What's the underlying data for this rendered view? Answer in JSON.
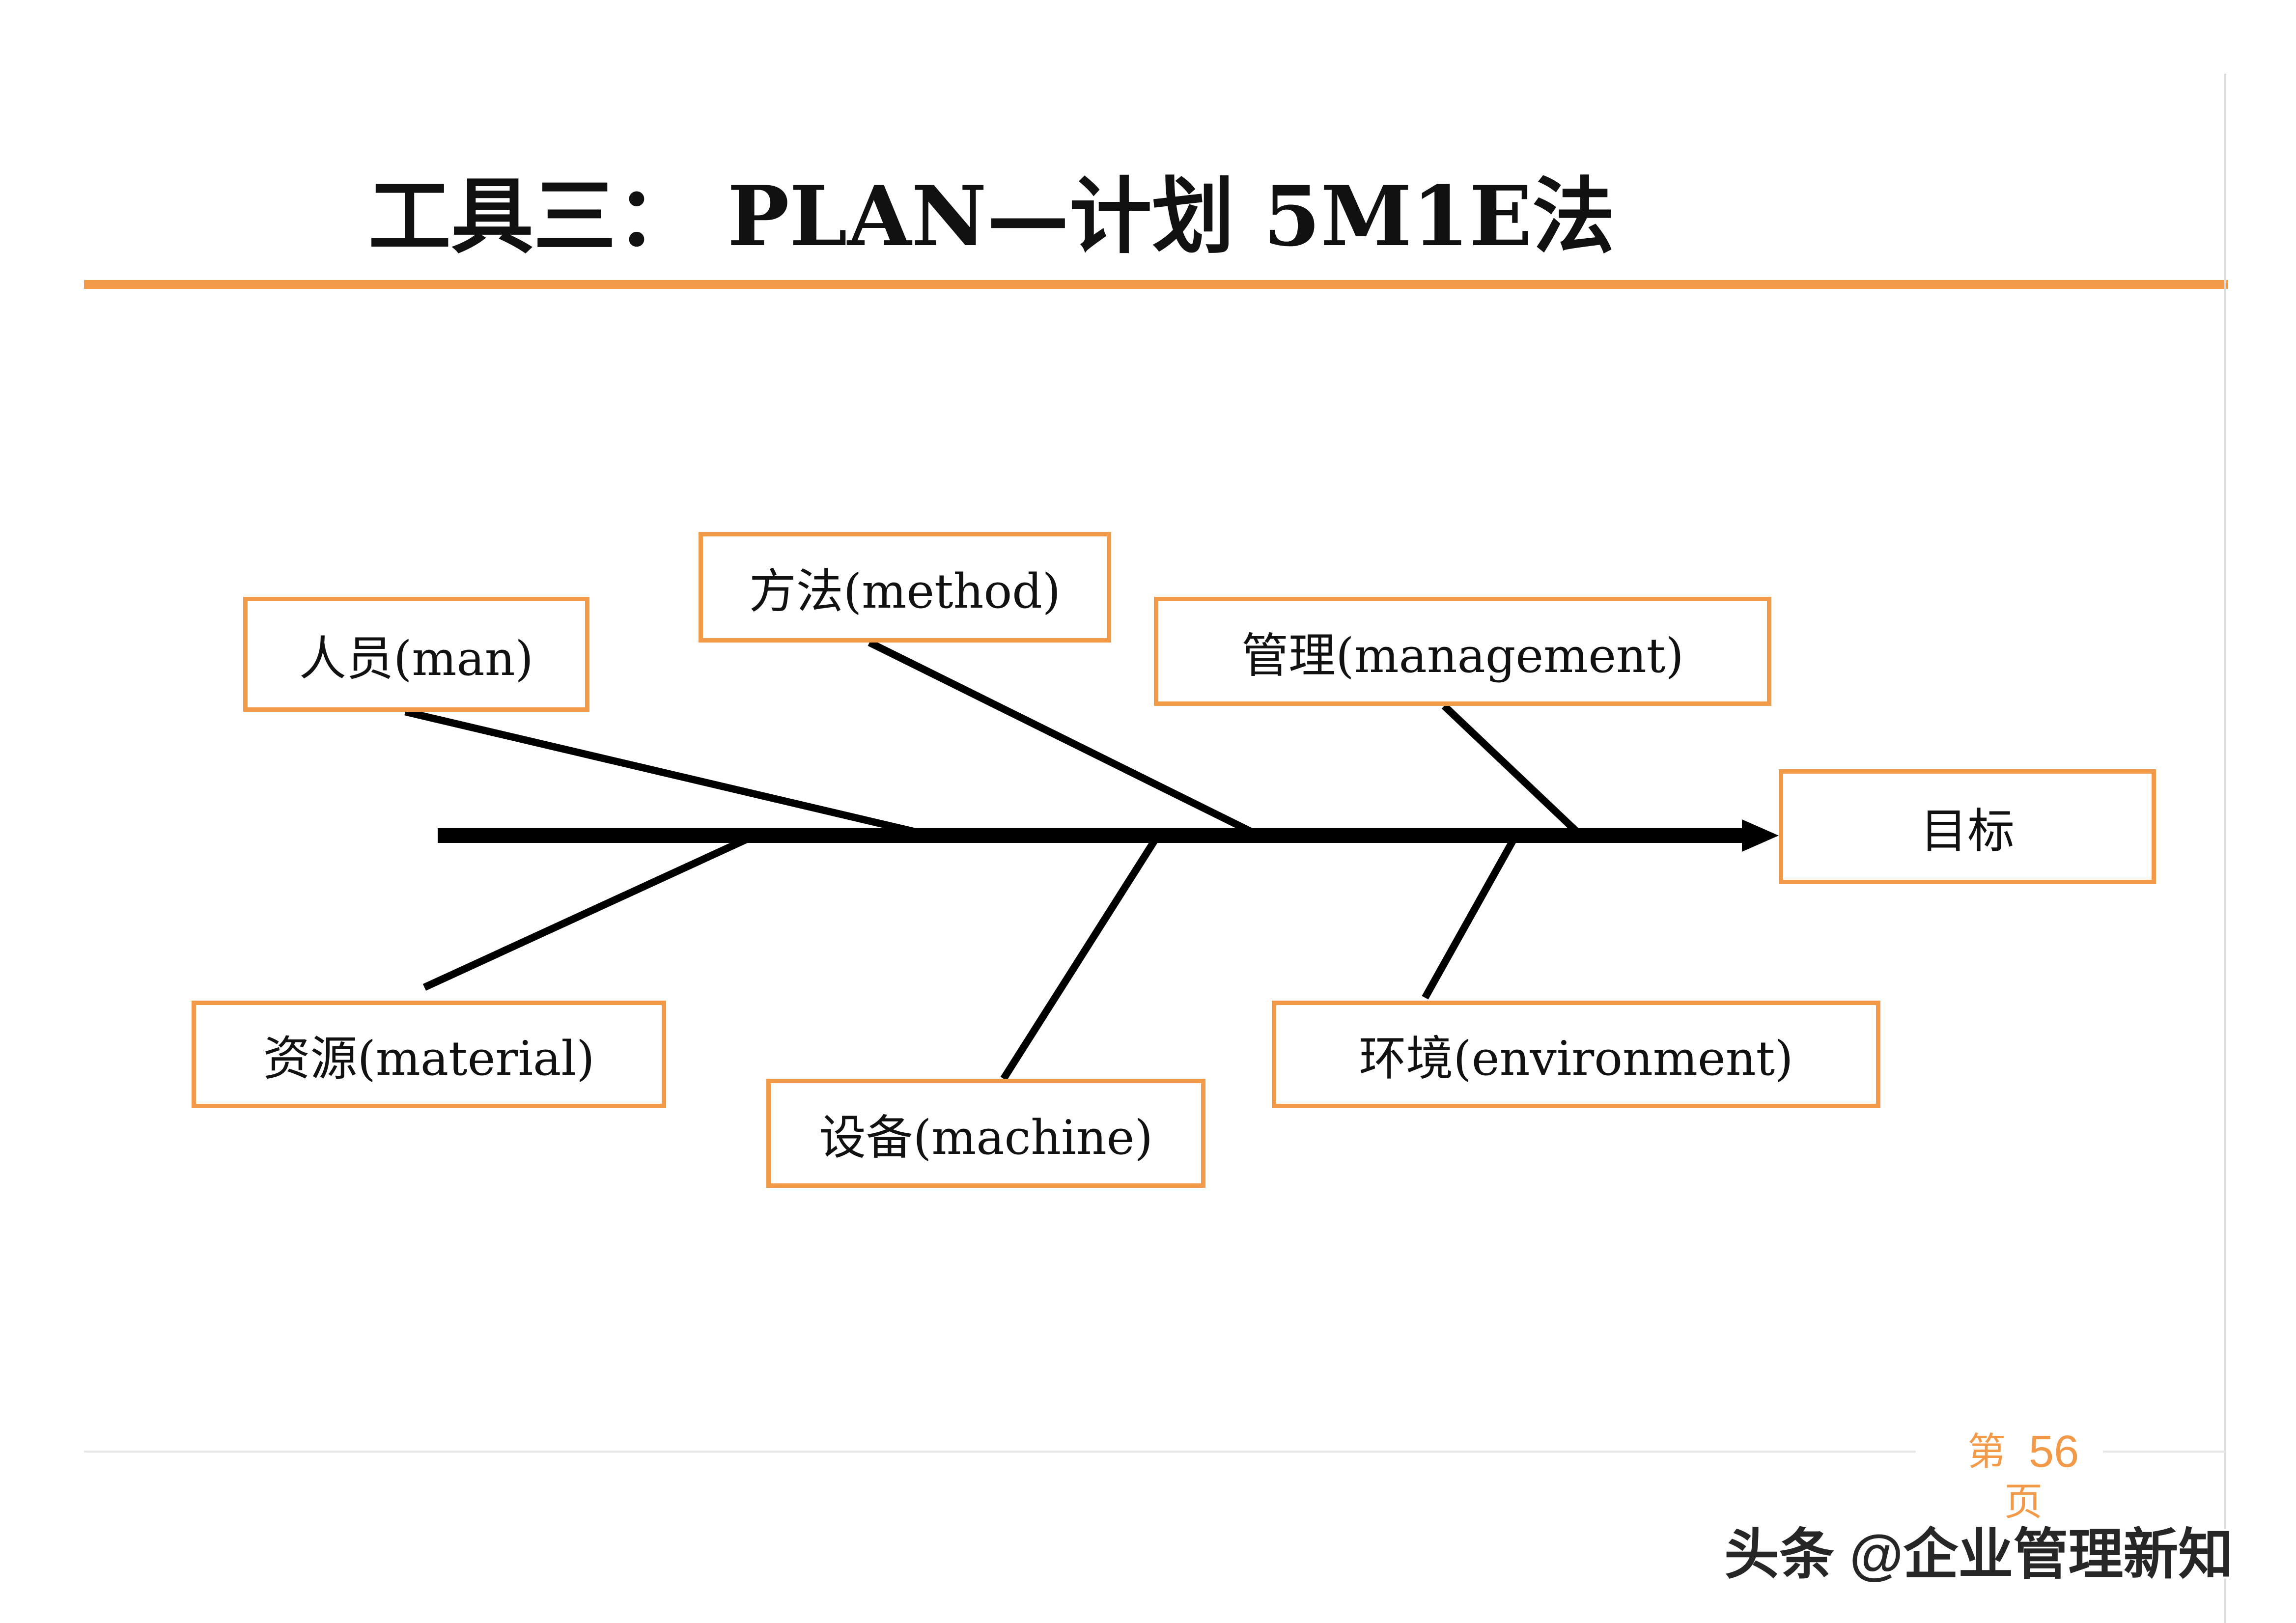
{
  "slide": {
    "title": "工具三： PLAN—计划 5M1E法"
  },
  "fishbone": {
    "target": "目标",
    "causes_top": [
      "人员(man)",
      "方法(method)",
      "管理(management)"
    ],
    "causes_bottom": [
      "资源(material)",
      "设备(machine)",
      "环境(environment)"
    ]
  },
  "footer": {
    "page_prefix": "第",
    "page_number": "56",
    "page_suffix": "页"
  },
  "watermark": "头条 @企业管理新知",
  "colors": {
    "accent": "#F29A47",
    "line": "#000000",
    "rule": "#DCDCDC"
  }
}
